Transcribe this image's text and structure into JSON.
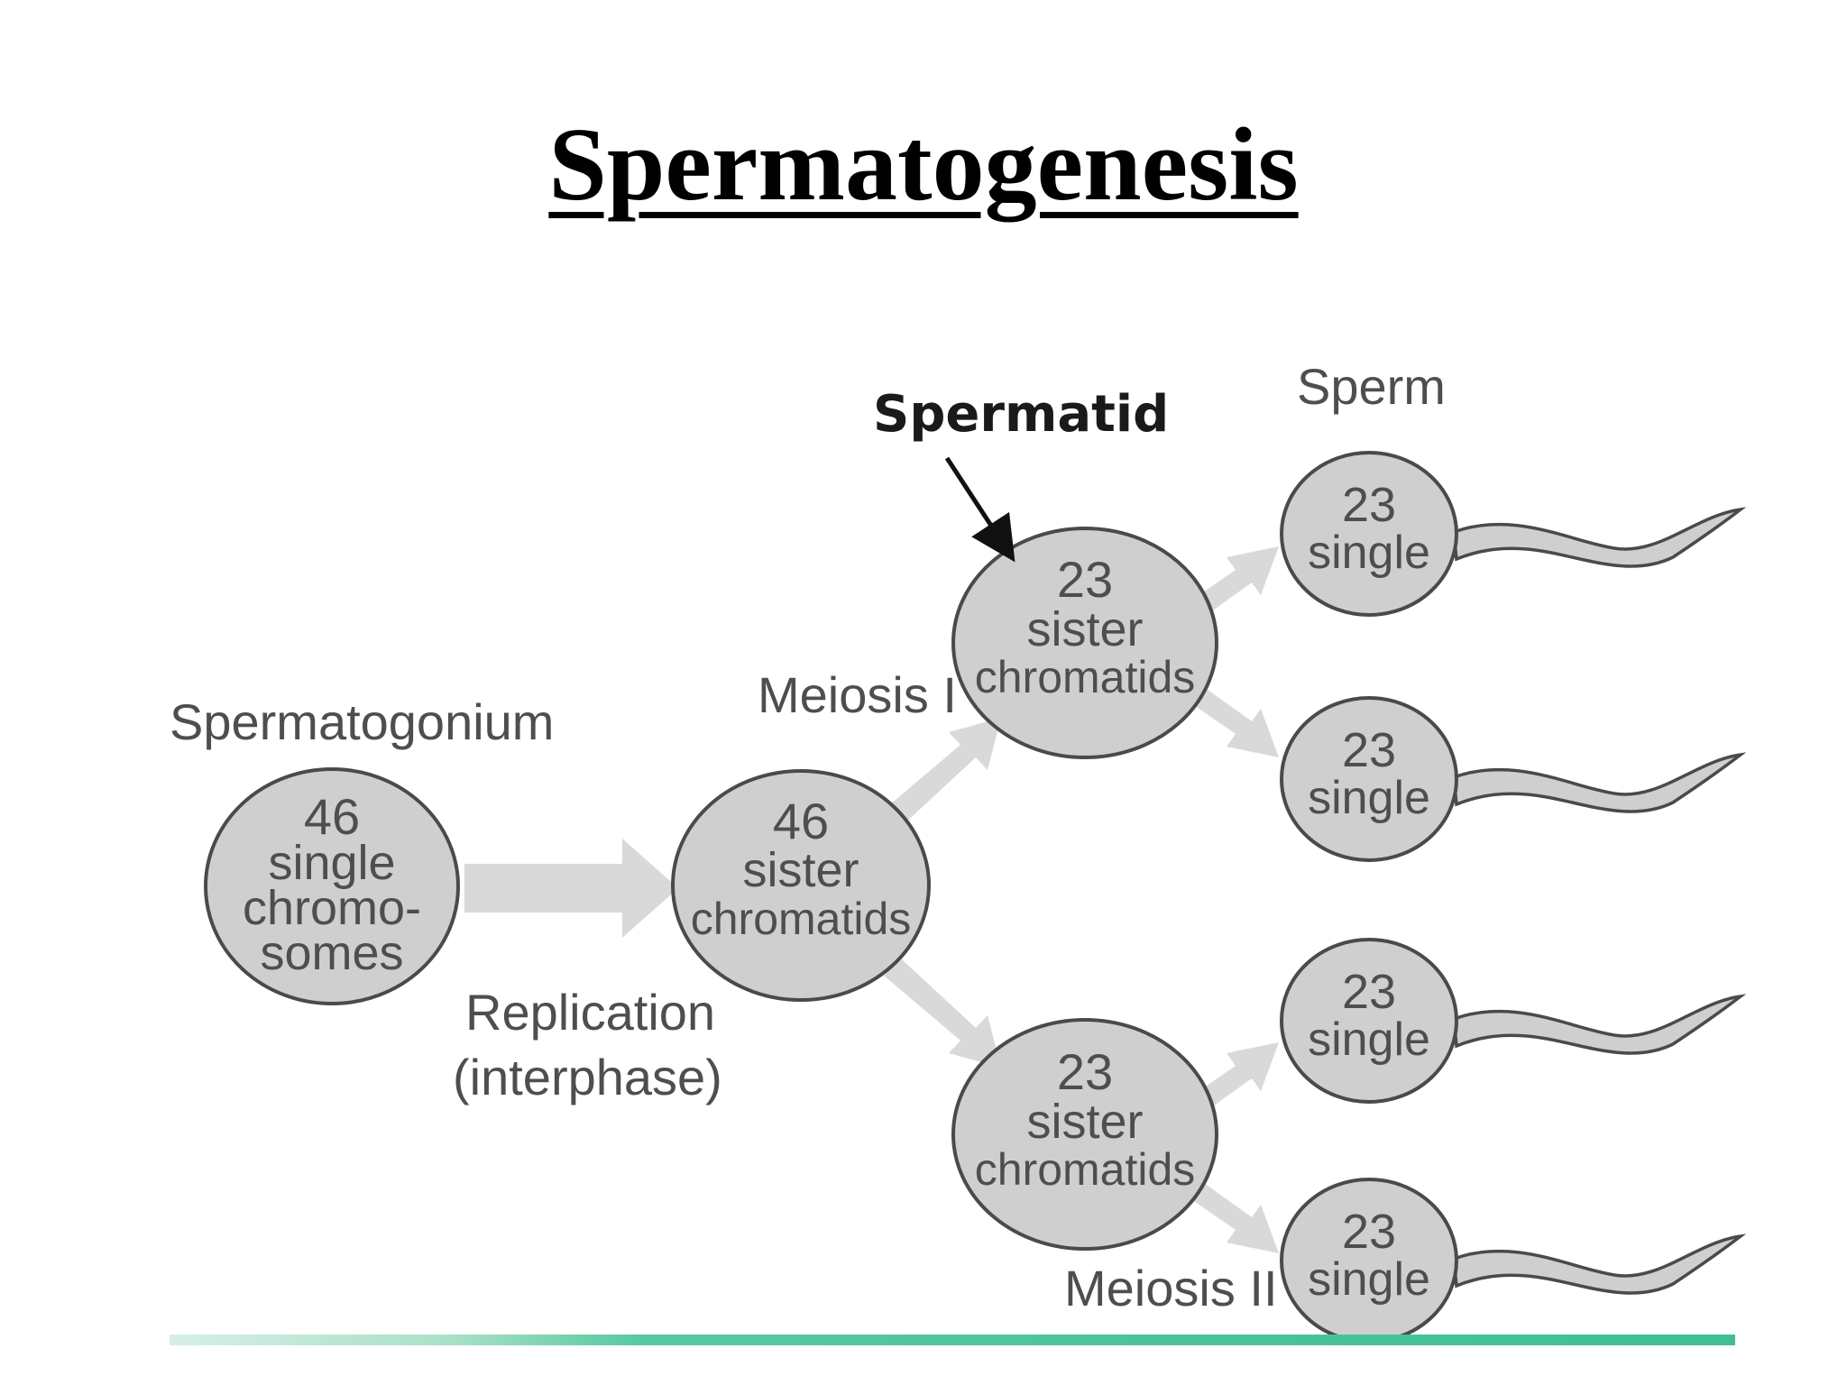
{
  "title": "Spermatogenesis",
  "labels": {
    "spermatogonium": "Spermatogonium",
    "replication_line1": "Replication",
    "replication_line2": "(interphase)",
    "meiosis1": "Meiosis I",
    "meiosis2": "Meiosis II",
    "spermatid": "Spermatid",
    "sperm": "Sperm"
  },
  "cells": {
    "spermatogonium": [
      "46",
      "single",
      "chromo-",
      "somes"
    ],
    "primary": [
      "46",
      "sister",
      "chromatids"
    ],
    "secondary_top": [
      "23",
      "sister",
      "chromatids"
    ],
    "secondary_bottom": [
      "23",
      "sister",
      "chromatids"
    ],
    "sperm1": [
      "23",
      "single"
    ],
    "sperm2": [
      "23",
      "single"
    ],
    "sperm3": [
      "23",
      "single"
    ],
    "sperm4": [
      "23",
      "single"
    ]
  },
  "colors": {
    "cell_fill": "#cfcfcf",
    "cell_stroke": "#4a4a4a",
    "flow_arrow": "#d9d9d9",
    "footer_bar": "#57c9a0"
  }
}
